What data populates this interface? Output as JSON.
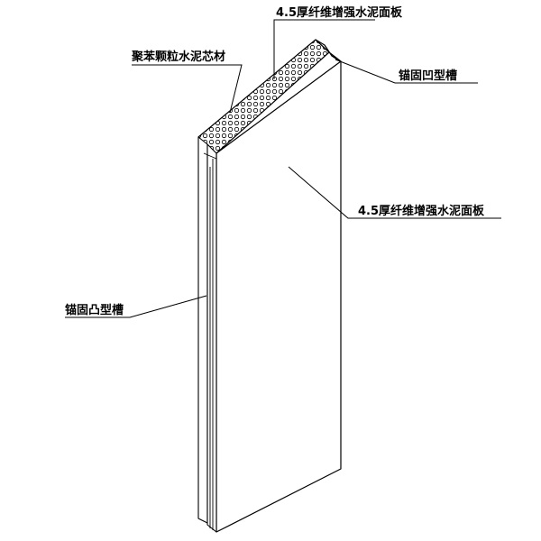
{
  "labels": {
    "top_face_board": "4.5厚纤维增强水泥面板",
    "core_material": "聚苯颗粒水泥芯材",
    "anchor_concave_groove": "锚固凹型槽",
    "front_face_board": "4.5厚纤维增强水泥面板",
    "anchor_convex_groove": "锚固凸型槽"
  }
}
